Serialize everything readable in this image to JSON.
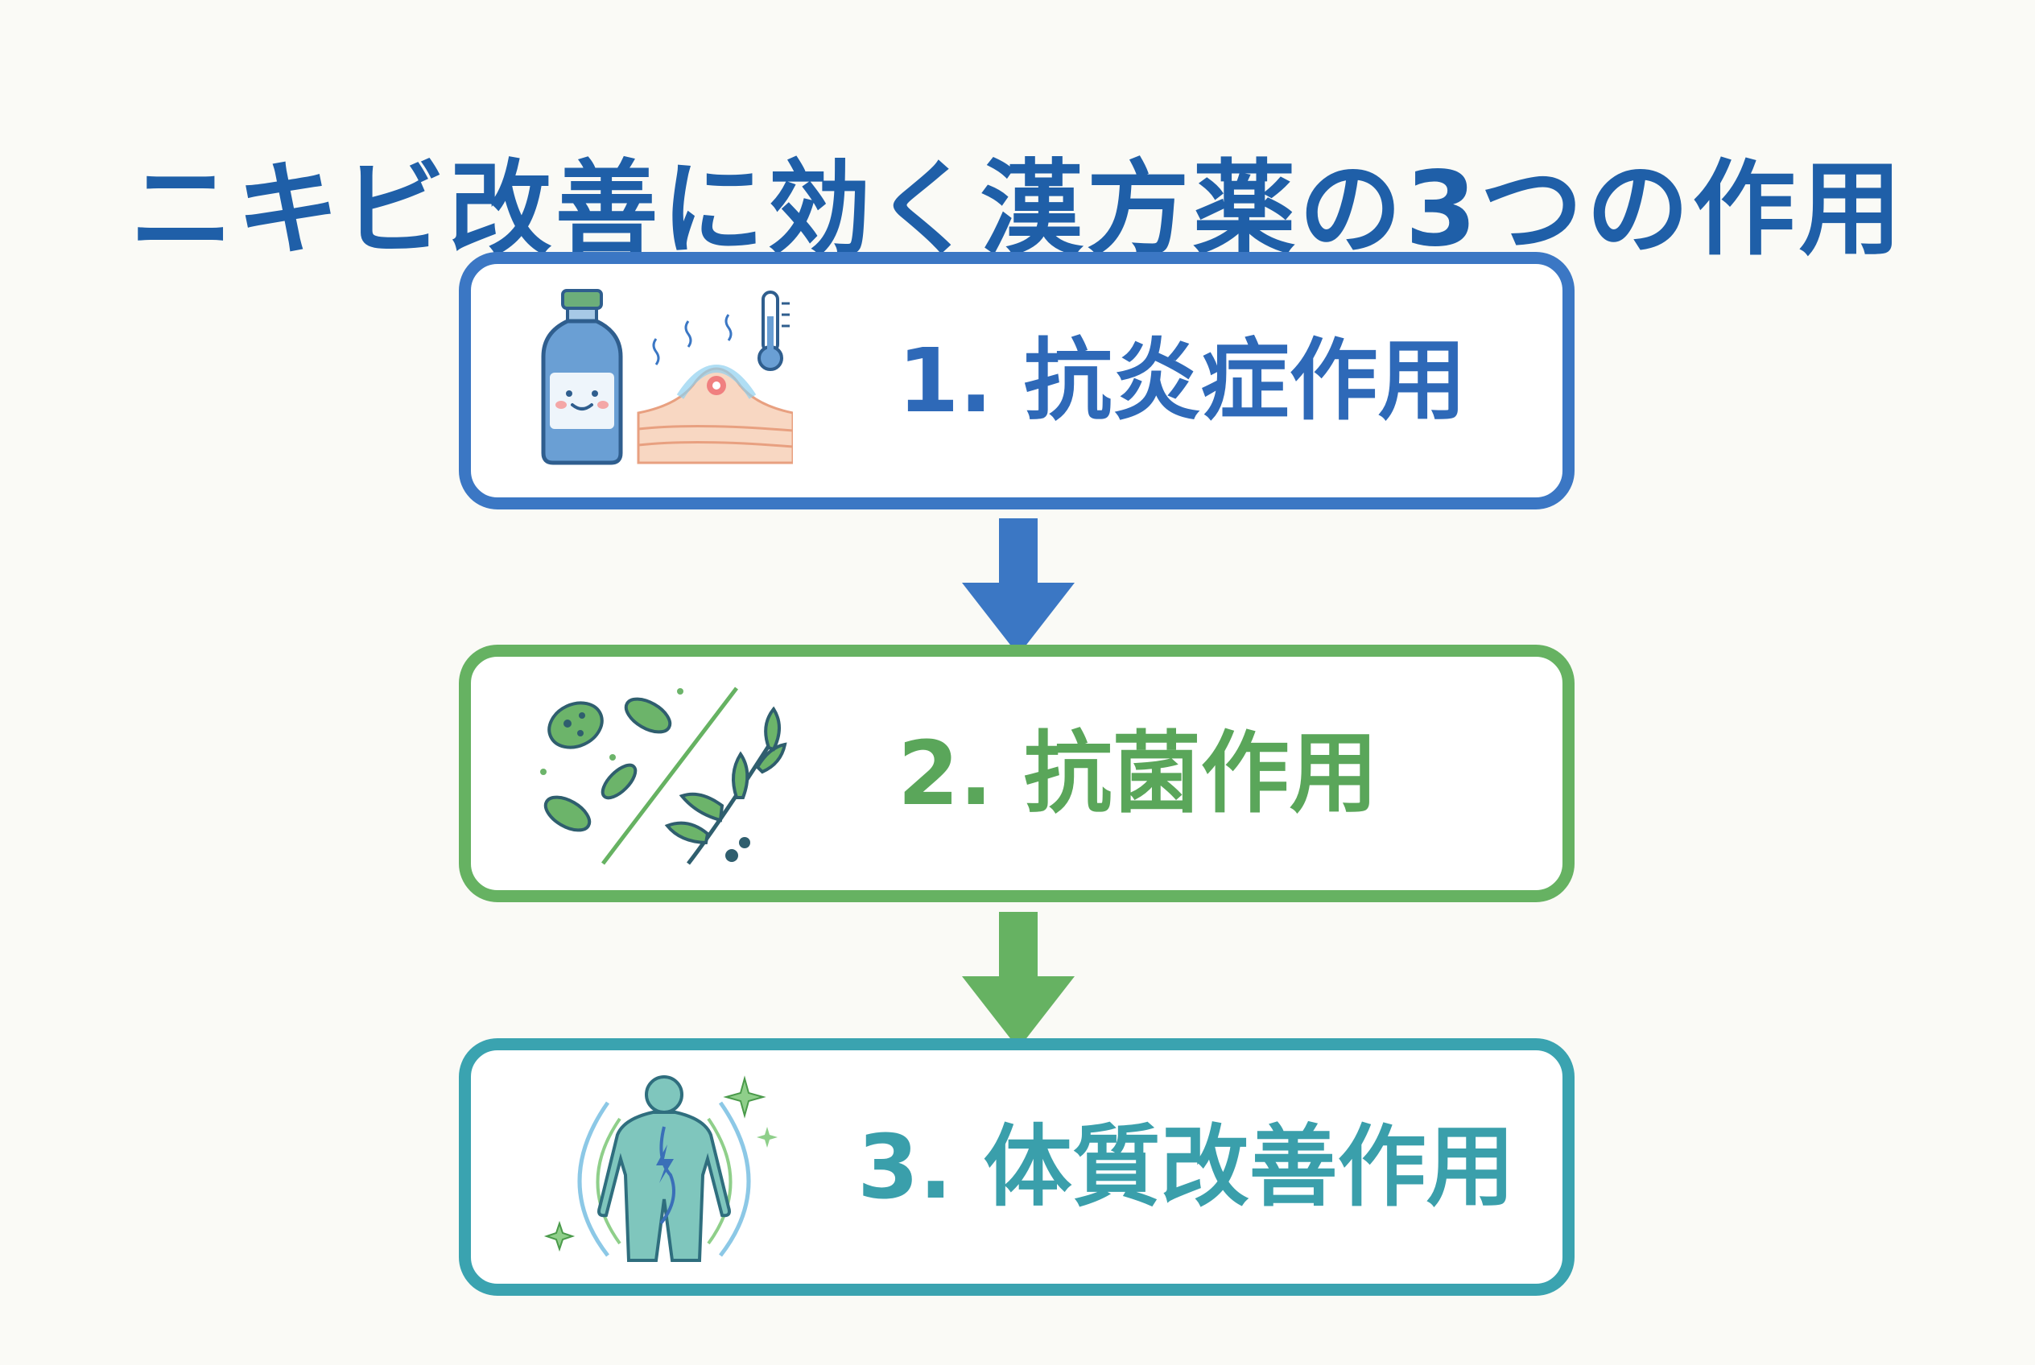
{
  "title": "ニキビ改善に効く漢方薬の3つの作用",
  "colors": {
    "title": "#1f5fa8",
    "step1": "#3b77c4",
    "step2": "#66b262",
    "step3": "#3aa3b0",
    "background": "#fafaf6"
  },
  "steps": [
    {
      "label": "1. 抗炎症作用",
      "icon": "medicine-bottle-and-inflamed-skin-icon"
    },
    {
      "label": "2. 抗菌作用",
      "icon": "bacteria-and-herb-icon"
    },
    {
      "label": "3. 体質改善作用",
      "icon": "human-body-icon"
    }
  ]
}
